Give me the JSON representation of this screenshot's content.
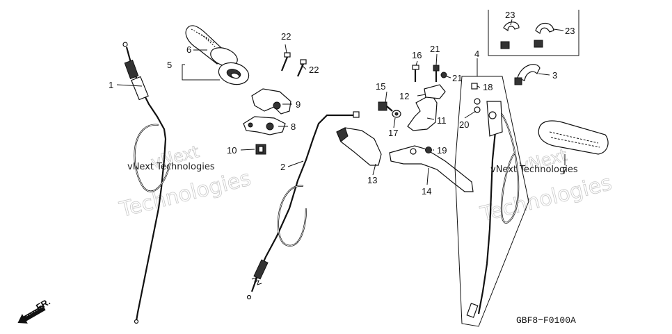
{
  "callouts": {
    "c1": "1",
    "c2": "2",
    "c3": "3",
    "c4": "4",
    "c5": "5",
    "c6": "6",
    "c7": "7",
    "c8": "8",
    "c9": "9",
    "c10": "10",
    "c11": "11",
    "c12": "12",
    "c13": "13",
    "c14": "14",
    "c15": "15",
    "c16": "16",
    "c17": "17",
    "c18": "18",
    "c19": "19",
    "c20": "20",
    "c21a": "21",
    "c21b": "21",
    "c22a": "22",
    "c22b": "22",
    "c23a": "23",
    "c23b": "23"
  },
  "direction": {
    "label": "FR."
  },
  "diagram_code": "GBF8−F0100A",
  "watermark": {
    "line1": "vNext Technologies",
    "line2": "vNext",
    "line3": "Technologies"
  }
}
